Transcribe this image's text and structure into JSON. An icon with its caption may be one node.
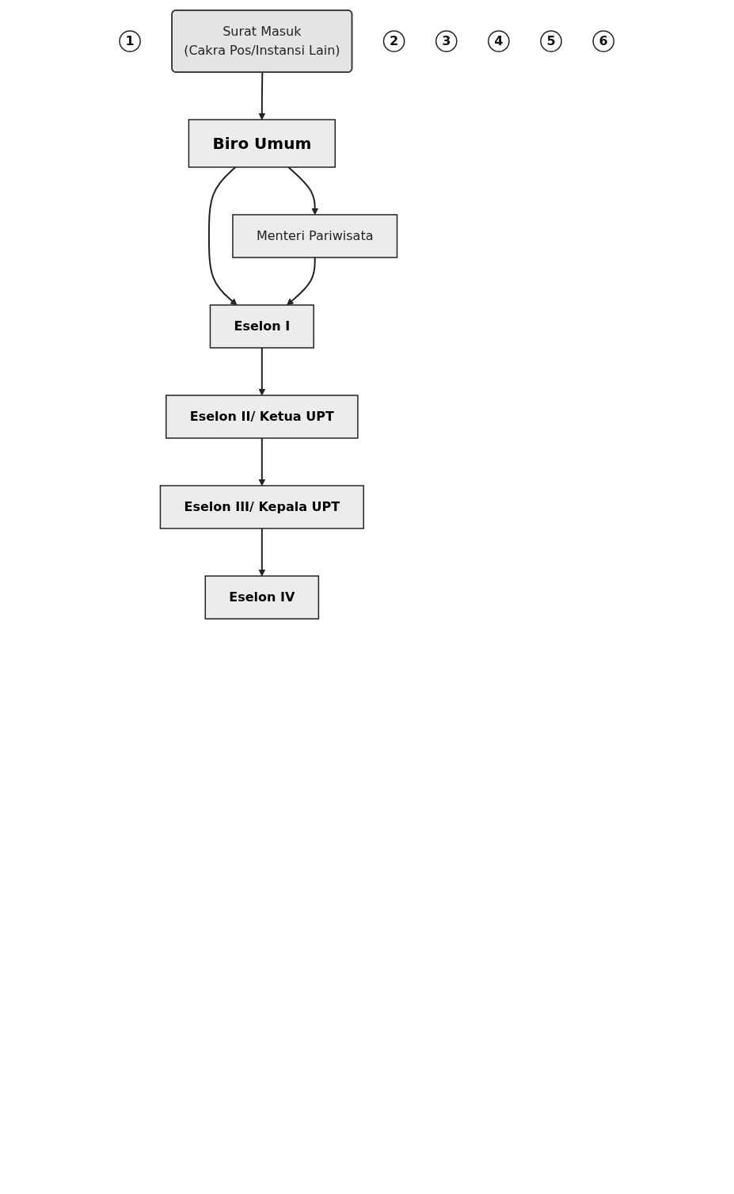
{
  "diagram": {
    "nodes": [
      {
        "text": [
          "1"
        ]
      },
      {
        "text": [
          "Surat Masuk",
          "(Cakra Pos/Instansi Lain)"
        ]
      },
      {
        "text": [
          "2"
        ]
      },
      {
        "text": [
          "Biro Umum"
        ]
      },
      {
        "text": [
          "Menteri Pariwisata"
        ]
      },
      {
        "text": [
          "3"
        ]
      },
      {
        "text": [
          "Eselon I"
        ]
      },
      {
        "text": [
          "4"
        ]
      },
      {
        "text": [
          "Eselon II/ Ketua UPT"
        ]
      },
      {
        "text": [
          "5"
        ]
      },
      {
        "text": [
          "Eselon III/ Kepala UPT"
        ]
      },
      {
        "text": [
          "6"
        ]
      },
      {
        "text": [
          "Eselon IV"
        ]
      }
    ],
    "edges": [
      {
        "from": 1,
        "to": 3,
        "arrow": "to"
      },
      {
        "from": 3,
        "to": 4,
        "arrow": "to"
      },
      {
        "from": 3,
        "to": 6,
        "arrow": "to"
      },
      {
        "from": 4,
        "to": 6,
        "arrow": "to"
      },
      {
        "from": 6,
        "to": 8,
        "arrow": "to"
      },
      {
        "from": 8,
        "to": 10,
        "arrow": "to"
      },
      {
        "from": 10,
        "to": 12,
        "arrow": "to"
      }
    ]
  }
}
